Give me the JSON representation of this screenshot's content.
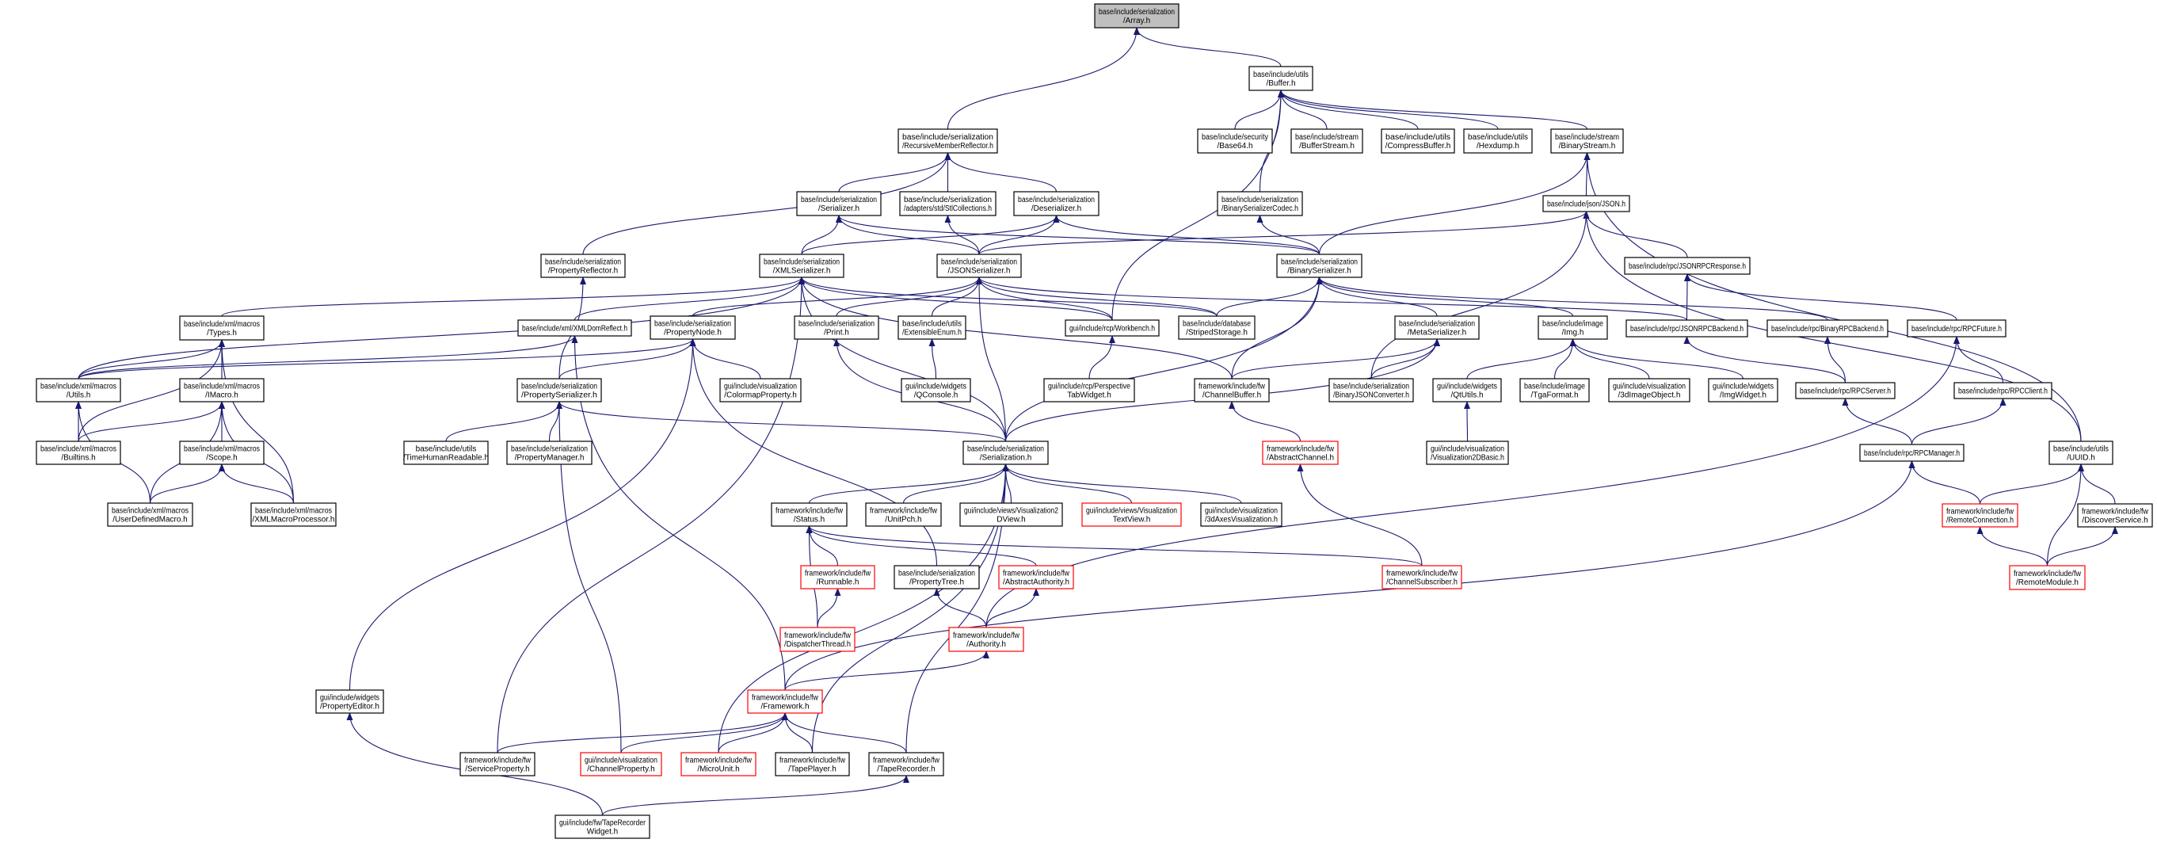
{
  "colors": {
    "edge": "#191970",
    "root_fill": "#bfbfbf",
    "incomplete_border": "#ff0000",
    "normal_border": "#000000"
  },
  "nodes": {
    "array": {
      "lines": [
        "base/include/serialization",
        "/Array.h"
      ],
      "root": true
    },
    "buffer": {
      "lines": [
        "base/include/utils",
        "/Buffer.h"
      ]
    },
    "rmr": {
      "lines": [
        "base/include/serialization",
        "/RecursiveMemberReflector.h"
      ]
    },
    "base64": {
      "lines": [
        "base/include/security",
        "/Base64.h"
      ]
    },
    "bufferstream": {
      "lines": [
        "base/include/stream",
        "/BufferStream.h"
      ]
    },
    "compressbuffer": {
      "lines": [
        "base/include/utils",
        "/CompressBuffer.h"
      ]
    },
    "hexdump": {
      "lines": [
        "base/include/utils",
        "/Hexdump.h"
      ]
    },
    "binarystream": {
      "lines": [
        "base/include/stream",
        "/BinaryStream.h"
      ]
    },
    "serializer": {
      "lines": [
        "base/include/serialization",
        "/Serializer.h"
      ]
    },
    "stlcollections": {
      "lines": [
        "base/include/serialization",
        "/adapters/std/StlCollections.h"
      ]
    },
    "deserializer": {
      "lines": [
        "base/include/serialization",
        "/Deserializer.h"
      ]
    },
    "binaryserializercodec": {
      "lines": [
        "base/include/serialization",
        "/BinarySerializerCodec.h"
      ]
    },
    "json": {
      "lines": [
        "base/include/json/JSON.h"
      ]
    },
    "propertyreflector": {
      "lines": [
        "base/include/serialization",
        "/PropertyReflector.h"
      ]
    },
    "xmlserializer": {
      "lines": [
        "base/include/serialization",
        "/XMLSerializer.h"
      ]
    },
    "jsonserializer": {
      "lines": [
        "base/include/serialization",
        "/JSONSerializer.h"
      ]
    },
    "binaryserializer": {
      "lines": [
        "base/include/serialization",
        "/BinarySerializer.h"
      ]
    },
    "jsonrpcresponse": {
      "lines": [
        "base/include/rpc/JSONRPCResponse.h"
      ]
    },
    "types": {
      "lines": [
        "base/include/xml/macros",
        "/Types.h"
      ]
    },
    "xmldomreflect": {
      "lines": [
        "base/include/xml/XMLDomReflect.h"
      ]
    },
    "propertynode": {
      "lines": [
        "base/include/serialization",
        "/PropertyNode.h"
      ]
    },
    "print": {
      "lines": [
        "base/include/serialization",
        "/Print.h"
      ]
    },
    "extensibleenum": {
      "lines": [
        "base/include/utils",
        "/ExtensibleEnum.h"
      ]
    },
    "workbench": {
      "lines": [
        "gui/include/rcp/Workbench.h"
      ]
    },
    "stripedstorage": {
      "lines": [
        "base/include/database",
        "/StripedStorage.h"
      ]
    },
    "metaserializer": {
      "lines": [
        "base/include/serialization",
        "/MetaSerializer.h"
      ]
    },
    "img": {
      "lines": [
        "base/include/image",
        "/Img.h"
      ]
    },
    "jsonrpcbackend": {
      "lines": [
        "base/include/rpc/JSONRPCBackend.h"
      ]
    },
    "binaryrpcbackend": {
      "lines": [
        "base/include/rpc/BinaryRPCBackend.h"
      ]
    },
    "rpcfuture": {
      "lines": [
        "base/include/rpc/RPCFuture.h"
      ]
    },
    "xmlutils": {
      "lines": [
        "base/include/xml/macros",
        "/Utils.h"
      ]
    },
    "imacro": {
      "lines": [
        "base/include/xml/macros",
        "/IMacro.h"
      ]
    },
    "propertyserializer": {
      "lines": [
        "base/include/serialization",
        "/PropertySerializer.h"
      ]
    },
    "colormapproperty": {
      "lines": [
        "gui/include/visualization",
        "/ColormapProperty.h"
      ]
    },
    "qconsole": {
      "lines": [
        "gui/include/widgets",
        "/QConsole.h"
      ]
    },
    "perspectivetabwidget": {
      "lines": [
        "gui/include/rcp/Perspective",
        "TabWidget.h"
      ]
    },
    "channelbuffer": {
      "lines": [
        "framework/include/fw",
        "/ChannelBuffer.h"
      ]
    },
    "binaryjsonconverter": {
      "lines": [
        "base/include/serialization",
        "/BinaryJSONConverter.h"
      ]
    },
    "qtutils": {
      "lines": [
        "gui/include/widgets",
        "/QtUtils.h"
      ]
    },
    "tgaformat": {
      "lines": [
        "base/include/image",
        "/TgaFormat.h"
      ]
    },
    "imageobject3d": {
      "lines": [
        "gui/include/visualization",
        "/3dImageObject.h"
      ]
    },
    "imgwidget": {
      "lines": [
        "gui/include/widgets",
        "/ImgWidget.h"
      ]
    },
    "rpcserver": {
      "lines": [
        "base/include/rpc/RPCServer.h"
      ]
    },
    "rpcclient": {
      "lines": [
        "base/include/rpc/RPCClient.h"
      ]
    },
    "builtins": {
      "lines": [
        "base/include/xml/macros",
        "/Builtins.h"
      ]
    },
    "scope": {
      "lines": [
        "base/include/xml/macros",
        "/Scope.h"
      ]
    },
    "timehumanreadable": {
      "lines": [
        "base/include/utils",
        "/TimeHumanReadable.h"
      ]
    },
    "propertymanager": {
      "lines": [
        "base/include/serialization",
        "/PropertyManager.h"
      ]
    },
    "serialization": {
      "lines": [
        "base/include/serialization",
        "/Serialization.h"
      ]
    },
    "abstractchannel": {
      "lines": [
        "framework/include/fw",
        "/AbstractChannel.h"
      ],
      "red": true
    },
    "visualization2dbasic": {
      "lines": [
        "gui/include/visualization",
        "/Visualization2DBasic.h"
      ]
    },
    "rpcmanager": {
      "lines": [
        "base/include/rpc/RPCManager.h"
      ]
    },
    "uuid": {
      "lines": [
        "base/include/utils",
        "/UUID.h"
      ]
    },
    "userdefinedmacro": {
      "lines": [
        "base/include/xml/macros",
        "/UserDefinedMacro.h"
      ]
    },
    "xmlmacroprocessor": {
      "lines": [
        "base/include/xml/macros",
        "/XMLMacroProcessor.h"
      ]
    },
    "status": {
      "lines": [
        "framework/include/fw",
        "/Status.h"
      ]
    },
    "unitpch": {
      "lines": [
        "framework/include/fw",
        "/UnitPch.h"
      ]
    },
    "visualization2dview": {
      "lines": [
        "gui/include/views/Visualization2",
        "DView.h"
      ]
    },
    "visualizationtextview": {
      "lines": [
        "gui/include/views/Visualization",
        "TextView.h"
      ],
      "red": true
    },
    "axesvisualization3d": {
      "lines": [
        "gui/include/visualization",
        "/3dAxesVisualization.h"
      ]
    },
    "remoteconnection": {
      "lines": [
        "framework/include/fw",
        "/RemoteConnection.h"
      ],
      "red": true
    },
    "discoverservice": {
      "lines": [
        "framework/include/fw",
        "/DiscoverService.h"
      ]
    },
    "runnable": {
      "lines": [
        "framework/include/fw",
        "/Runnable.h"
      ],
      "red": true
    },
    "propertytree": {
      "lines": [
        "base/include/serialization",
        "/PropertyTree.h"
      ]
    },
    "abstractauthority": {
      "lines": [
        "framework/include/fw",
        "/AbstractAuthority.h"
      ],
      "red": true
    },
    "channelsubscriber": {
      "lines": [
        "framework/include/fw",
        "/ChannelSubscriber.h"
      ],
      "red": true
    },
    "remotemodule": {
      "lines": [
        "framework/include/fw",
        "/RemoteModule.h"
      ],
      "red": true
    },
    "dispatcherthread": {
      "lines": [
        "framework/include/fw",
        "/DispatcherThread.h"
      ],
      "red": true
    },
    "authority": {
      "lines": [
        "framework/include/fw",
        "/Authority.h"
      ],
      "red": true
    },
    "framework": {
      "lines": [
        "framework/include/fw",
        "/Framework.h"
      ],
      "red": true
    },
    "propertyeditor": {
      "lines": [
        "gui/include/widgets",
        "/PropertyEditor.h"
      ]
    },
    "serviceproperty": {
      "lines": [
        "framework/include/fw",
        "/ServiceProperty.h"
      ]
    },
    "channelproperty": {
      "lines": [
        "gui/include/visualization",
        "/ChannelProperty.h"
      ],
      "red": true
    },
    "microunit": {
      "lines": [
        "framework/include/fw",
        "/MicroUnit.h"
      ],
      "red": true
    },
    "tapeplayer": {
      "lines": [
        "framework/include/fw",
        "/TapePlayer.h"
      ]
    },
    "taperecorder": {
      "lines": [
        "framework/include/fw",
        "/TapeRecorder.h"
      ]
    },
    "taperecorderwidget": {
      "lines": [
        "gui/include/fw/TapeRecorder",
        "Widget.h"
      ]
    }
  },
  "edges": [
    [
      "rmr",
      "array"
    ],
    [
      "buffer",
      "array"
    ],
    [
      "base64",
      "buffer"
    ],
    [
      "bufferstream",
      "buffer"
    ],
    [
      "compressbuffer",
      "buffer"
    ],
    [
      "hexdump",
      "buffer"
    ],
    [
      "binarystream",
      "buffer"
    ],
    [
      "binaryserializercodec",
      "buffer"
    ],
    [
      "workbench",
      "buffer"
    ],
    [
      "serializer",
      "rmr"
    ],
    [
      "stlcollections",
      "rmr"
    ],
    [
      "deserializer",
      "rmr"
    ],
    [
      "propertyreflector",
      "rmr"
    ],
    [
      "xmlserializer",
      "serializer"
    ],
    [
      "jsonserializer",
      "serializer"
    ],
    [
      "binaryserializer",
      "serializer"
    ],
    [
      "xmlserializer",
      "deserializer"
    ],
    [
      "jsonserializer",
      "deserializer"
    ],
    [
      "binaryserializer",
      "deserializer"
    ],
    [
      "jsonserializer",
      "stlcollections"
    ],
    [
      "binaryserializer",
      "binaryserializercodec"
    ],
    [
      "json",
      "binarystream"
    ],
    [
      "binaryserializer",
      "binarystream"
    ],
    [
      "uuid",
      "binarystream"
    ],
    [
      "jsonserializer",
      "json"
    ],
    [
      "jsonrpcresponse",
      "json"
    ],
    [
      "binaryjsonconverter",
      "json"
    ],
    [
      "uuid",
      "json"
    ],
    [
      "jsonrpcbackend",
      "jsonrpcresponse"
    ],
    [
      "rpcfuture",
      "jsonrpcresponse"
    ],
    [
      "types",
      "xmlserializer"
    ],
    [
      "xmlutils",
      "xmlserializer"
    ],
    [
      "xmldomreflect",
      "xmlserializer"
    ],
    [
      "serialization",
      "xmlserializer"
    ],
    [
      "channelbuffer",
      "xmlserializer"
    ],
    [
      "workbench",
      "xmlserializer"
    ],
    [
      "stripedstorage",
      "xmlserializer"
    ],
    [
      "serviceproperty",
      "xmlserializer"
    ],
    [
      "propertynode",
      "jsonserializer"
    ],
    [
      "print",
      "jsonserializer"
    ],
    [
      "extensibleenum",
      "jsonserializer"
    ],
    [
      "serialization",
      "jsonserializer"
    ],
    [
      "jsonrpcbackend",
      "jsonserializer"
    ],
    [
      "stripedstorage",
      "jsonserializer"
    ],
    [
      "workbench",
      "jsonserializer"
    ],
    [
      "stripedstorage",
      "binaryserializer"
    ],
    [
      "channelbuffer",
      "binaryserializer"
    ],
    [
      "metaserializer",
      "binaryserializer"
    ],
    [
      "img",
      "binaryserializer"
    ],
    [
      "binaryrpcbackend",
      "binaryserializer"
    ],
    [
      "serialization",
      "binaryserializer"
    ],
    [
      "propertyserializer",
      "propertynode"
    ],
    [
      "colormapproperty",
      "propertynode"
    ],
    [
      "propertyeditor",
      "propertynode"
    ],
    [
      "propertytree",
      "propertynode"
    ],
    [
      "xmlutils",
      "propertynode"
    ],
    [
      "framework",
      "xmldomreflect"
    ],
    [
      "xmlutils",
      "xmldomreflect"
    ],
    [
      "propertyserializer",
      "propertyreflector"
    ],
    [
      "timehumanreadable",
      "propertyserializer"
    ],
    [
      "propertymanager",
      "propertyserializer"
    ],
    [
      "serialization",
      "propertyserializer"
    ],
    [
      "channelproperty",
      "propertyserializer"
    ],
    [
      "serialization",
      "print"
    ],
    [
      "qconsole",
      "extensibleenum"
    ],
    [
      "perspectivetabwidget",
      "workbench"
    ],
    [
      "channelbuffer",
      "metaserializer"
    ],
    [
      "binaryjsonconverter",
      "metaserializer"
    ],
    [
      "serialization",
      "metaserializer"
    ],
    [
      "qtutils",
      "img"
    ],
    [
      "tgaformat",
      "img"
    ],
    [
      "imageobject3d",
      "img"
    ],
    [
      "imgwidget",
      "img"
    ],
    [
      "rpcserver",
      "jsonrpcbackend"
    ],
    [
      "rpcserver",
      "binaryrpcbackend"
    ],
    [
      "rpcclient",
      "rpcfuture"
    ],
    [
      "authority",
      "rpcfuture"
    ],
    [
      "rpcmanager",
      "rpcserver"
    ],
    [
      "rpcmanager",
      "rpcclient"
    ],
    [
      "remoteconnection",
      "rpcmanager"
    ],
    [
      "framework",
      "rpcmanager"
    ],
    [
      "remoteconnection",
      "uuid"
    ],
    [
      "discoverservice",
      "uuid"
    ],
    [
      "remotemodule",
      "uuid"
    ],
    [
      "remotemodule",
      "remoteconnection"
    ],
    [
      "remotemodule",
      "discoverservice"
    ],
    [
      "abstractchannel",
      "channelbuffer"
    ],
    [
      "channelsubscriber",
      "abstractchannel"
    ],
    [
      "visualization2dbasic",
      "qtutils"
    ],
    [
      "xmlutils",
      "types"
    ],
    [
      "builtins",
      "types"
    ],
    [
      "imacro",
      "types"
    ],
    [
      "xmlmacroprocessor",
      "types"
    ],
    [
      "builtins",
      "imacro"
    ],
    [
      "scope",
      "imacro"
    ],
    [
      "userdefinedmacro",
      "imacro"
    ],
    [
      "xmlmacroprocessor",
      "imacro"
    ],
    [
      "builtins",
      "xmlutils"
    ],
    [
      "userdefinedmacro",
      "xmlutils"
    ],
    [
      "userdefinedmacro",
      "scope"
    ],
    [
      "xmlmacroprocessor",
      "scope"
    ],
    [
      "status",
      "serialization"
    ],
    [
      "unitpch",
      "serialization"
    ],
    [
      "visualization2dview",
      "serialization"
    ],
    [
      "visualizationtextview",
      "serialization"
    ],
    [
      "axesvisualization3d",
      "serialization"
    ],
    [
      "microunit",
      "serialization"
    ],
    [
      "tapeplayer",
      "serialization"
    ],
    [
      "taperecorder",
      "serialization"
    ],
    [
      "runnable",
      "status"
    ],
    [
      "dispatcherthread",
      "status"
    ],
    [
      "abstractauthority",
      "status"
    ],
    [
      "channelsubscriber",
      "status"
    ],
    [
      "dispatcherthread",
      "runnable"
    ],
    [
      "authority",
      "propertytree"
    ],
    [
      "authority",
      "abstractauthority"
    ],
    [
      "framework",
      "authority"
    ],
    [
      "serviceproperty",
      "framework"
    ],
    [
      "channelproperty",
      "framework"
    ],
    [
      "microunit",
      "framework"
    ],
    [
      "tapeplayer",
      "framework"
    ],
    [
      "taperecorder",
      "framework"
    ],
    [
      "taperecorderwidget",
      "propertyeditor"
    ],
    [
      "taperecorderwidget",
      "taperecorder"
    ]
  ]
}
